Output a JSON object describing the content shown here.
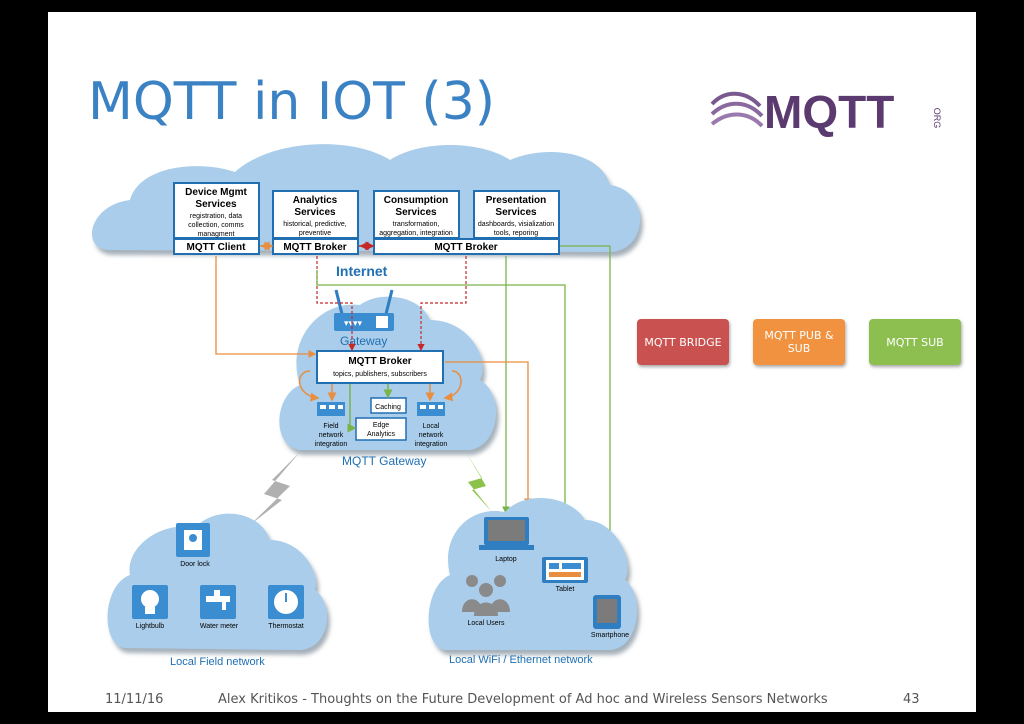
{
  "slide": {
    "title": "MQTT in IOT (3)",
    "footer": {
      "date": "11/11/16",
      "caption": "Alex Kritikos - Thoughts on the Future Development of Ad hoc and Wireless Sensors Networks",
      "page": "43"
    }
  },
  "logo": {
    "text": "MQTT",
    "suffix": "ORG"
  },
  "cloud_services": [
    {
      "title1": "Device Mgmt",
      "title2": "Services",
      "desc1": "registration, data",
      "desc2": "collection, comms",
      "desc3": "managment"
    },
    {
      "title1": "Analytics",
      "title2": "Services",
      "desc1": "historical, predictive,",
      "desc2": "preventive",
      "desc3": ""
    },
    {
      "title1": "Consumption",
      "title2": "Services",
      "desc1": "transformation,",
      "desc2": "aggregation, integration",
      "desc3": ""
    },
    {
      "title1": "Presentation",
      "title2": "Services",
      "desc1": "dashboards, visialization",
      "desc2": "tools, reporing",
      "desc3": ""
    }
  ],
  "cloud_bar": {
    "client": "MQTT Client",
    "broker1": "MQTT Broker",
    "broker2": "MQTT Broker"
  },
  "internet_label": "Internet",
  "gateway": {
    "router_label": "Gateway",
    "broker_title": "MQTT Broker",
    "broker_desc": "topics, publishers, subscribers",
    "caching": "Caching",
    "edge1": "Edge",
    "edge2": "Analytics",
    "field1": "Field",
    "field2": "network",
    "field3": "integration",
    "local1": "Local",
    "local2": "network",
    "local3": "integration",
    "cloud_label": "MQTT Gateway"
  },
  "field_network": {
    "label": "Local Field network",
    "door_lock": "Door lock",
    "lightbulb": "Lightbulb",
    "water_meter": "Water meter",
    "thermostat": "Thermostat"
  },
  "wifi_network": {
    "label": "Local WiFi / Ethernet network",
    "laptop": "Laptop",
    "tablet": "Tablet",
    "local_users": "Local Users",
    "smartphone": "Smartphone"
  },
  "legend": {
    "bridge": "MQTT BRIDGE",
    "pubsub1": "MQTT PUB &",
    "pubsub2": "SUB",
    "sub": "MQTT SUB",
    "colors": {
      "bridge": "#c9514f",
      "pubsub": "#f0923f",
      "sub": "#8cbf4f"
    }
  },
  "colors": {
    "title": "#3b82c4",
    "cloud": "#a9cdea",
    "box_border": "#1f6fb2",
    "orange_line": "#e98d3e",
    "green_line": "#79b44a",
    "red_line": "#c62828"
  }
}
